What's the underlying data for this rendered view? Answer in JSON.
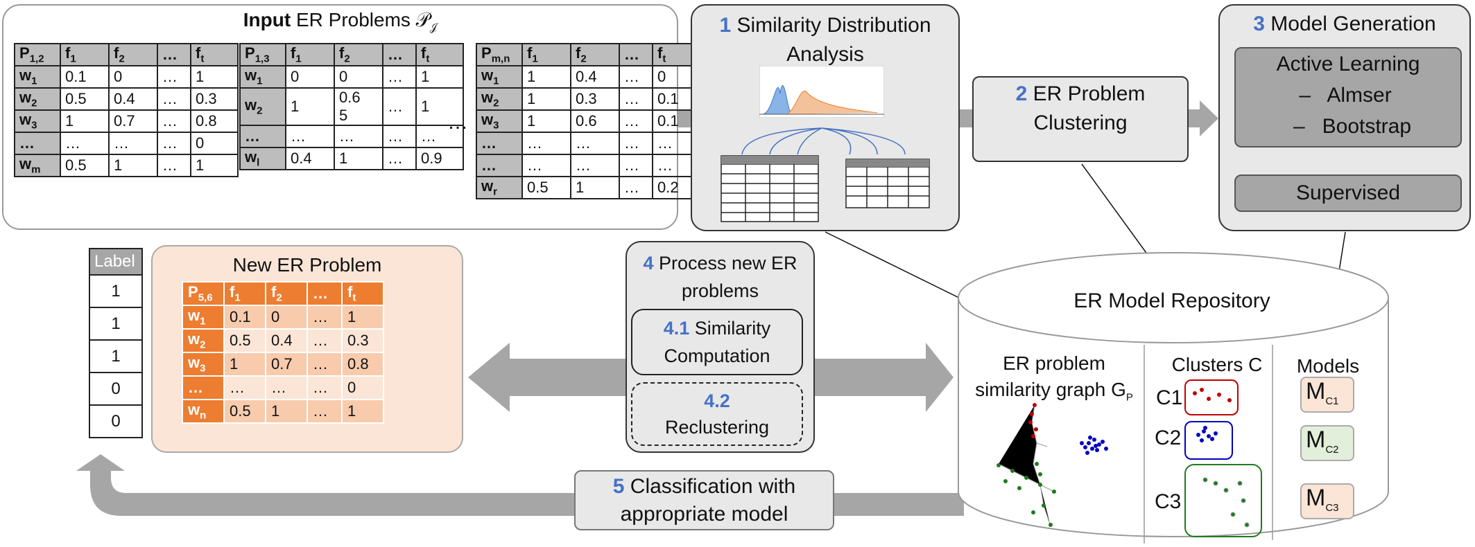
{
  "input": {
    "title_bold": "Input",
    "title_rest": " ER Problems 𝒫",
    "title_sub": "𝒥",
    "ellipsis": "…",
    "tables": [
      {
        "header": [
          "P|1,2",
          "f|1",
          "f|2",
          "…",
          "f|t"
        ],
        "rows": [
          [
            "w|1",
            "0.1",
            "0",
            "…",
            "1"
          ],
          [
            "w|2",
            "0.5",
            "0.4",
            "…",
            "0.3"
          ],
          [
            "w|3",
            "1",
            "0.7",
            "…",
            "0.8"
          ],
          [
            "…",
            "…",
            "…",
            "…",
            "0"
          ],
          [
            "w|m",
            "0.5",
            "1",
            "…",
            "1"
          ]
        ]
      },
      {
        "header": [
          "P|1,3",
          "f|1",
          "f|2",
          "…",
          "f|t"
        ],
        "rows": [
          [
            "w|1",
            "0",
            "0",
            "…",
            "1"
          ],
          [
            "w|2",
            "1",
            "0.6\n5",
            "…",
            "1"
          ],
          [
            "…",
            "…",
            "…",
            "…",
            "…"
          ],
          [
            "w|l",
            "0.4",
            "1",
            "…",
            "0.9"
          ]
        ]
      },
      {
        "header": [
          "P|m,n",
          "f|1",
          "f|2",
          "…",
          "f|t"
        ],
        "rows": [
          [
            "w|1",
            "1",
            "0.4",
            "…",
            "0"
          ],
          [
            "w|2",
            "1",
            "0.3",
            "…",
            "0.1"
          ],
          [
            "w|3",
            "1",
            "0.6",
            "…",
            "0.1"
          ],
          [
            "…",
            "…",
            "…",
            "…",
            "…"
          ],
          [
            "…",
            "…",
            "…",
            "…",
            "…"
          ],
          [
            "w|r",
            "0.5",
            "1",
            "…",
            "0.2"
          ]
        ]
      }
    ]
  },
  "step1": {
    "num": "1",
    "label": "Similarity Distribution Analysis"
  },
  "step2": {
    "num": "2",
    "label": "ER Problem Clustering"
  },
  "step3": {
    "num": "3",
    "label": "Model Generation",
    "active": "Active Learning",
    "item1": "–   Almser",
    "item2": "–   Bootstrap",
    "supervised": "Supervised"
  },
  "step4": {
    "num": "4",
    "label": "Process new ER problems",
    "sub1_num": "4.1",
    "sub1_label": "Similarity Computation",
    "sub2_num": "4.2",
    "sub2_label": "Reclustering"
  },
  "step5": {
    "num": "5",
    "label": "Classification with appropriate model"
  },
  "new_problem": {
    "title": "New ER Problem",
    "header": [
      "P|5,6",
      "f|1",
      "f|2",
      "…",
      "f|t"
    ],
    "rows": [
      [
        "w|1",
        "0.1",
        "0",
        "…",
        "1"
      ],
      [
        "w|2",
        "0.5",
        "0.4",
        "…",
        "0.3"
      ],
      [
        "w|3",
        "1",
        "0.7",
        "…",
        "0.8"
      ],
      [
        "…",
        "…",
        "…",
        "…",
        "0"
      ],
      [
        "w|n",
        "0.5",
        "1",
        "…",
        "1"
      ]
    ]
  },
  "label_col": {
    "header": "Label",
    "values": [
      "1",
      "1",
      "1",
      "0",
      "0"
    ]
  },
  "repository": {
    "title": "ER Model Repository",
    "graph_label": "ER problem similarity graph G",
    "graph_sub": "P",
    "clusters_label": "Clusters C",
    "models_label": "Models",
    "clusters": [
      "C1",
      "C2",
      "C3"
    ],
    "models": [
      {
        "m": "M",
        "s": "C1"
      },
      {
        "m": "M",
        "s": "C2"
      },
      {
        "m": "M",
        "s": "C3"
      }
    ]
  },
  "colors": {
    "accent": "#4472c4",
    "orange": "#ed7d31",
    "red": "#c00000",
    "blue": "#0000c0",
    "green": "#1e7a1e"
  }
}
